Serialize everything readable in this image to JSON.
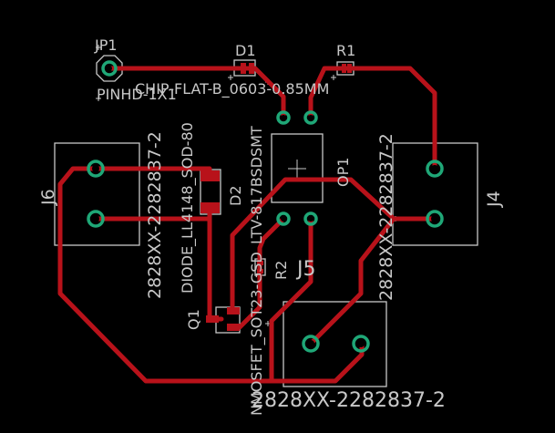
{
  "labels": {
    "jp1": "JP1",
    "jp1_pkg": "PINHD-1X1",
    "d1": "D1",
    "d1_pkg": "CHIP-FLAT-B_0603-0.85MM",
    "r1": "R1",
    "op1": "OP1",
    "op1_pkg": "LTV-817BSDSMT",
    "d2": "D2",
    "d2_pkg": "DIODE_LL4148_SOD-80",
    "j6": "J6",
    "j6_pkg": "2828XX-2282837-2",
    "j4": "J4",
    "j4_pkg": "2828XX-2282837-2",
    "j5": "J5",
    "j5_pkg": "2828XX-2282837-2",
    "r2": "R2",
    "q1": "Q1",
    "q1_pkg": "NMOSFET_SOT23-GSD"
  },
  "colors": {
    "background": "#000000",
    "copper_trace": "#b8121a",
    "pad": "#1fa777",
    "silkscreen": "#c8c8c8"
  }
}
